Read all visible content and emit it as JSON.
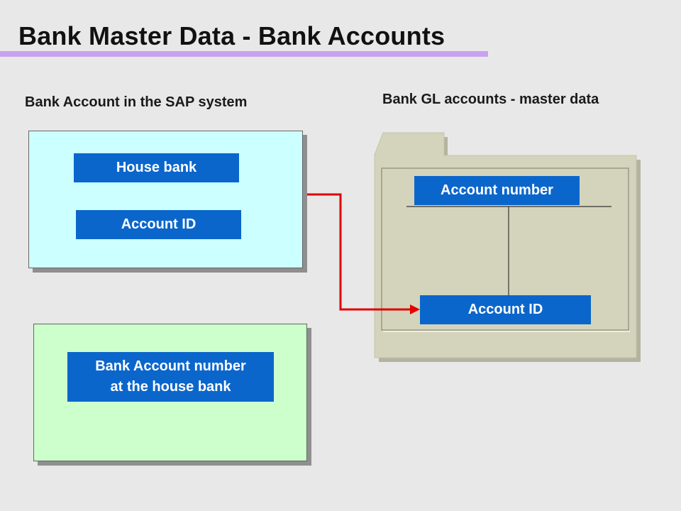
{
  "slide": {
    "title": "Bank Master Data - Bank Accounts"
  },
  "left": {
    "heading": "Bank Account in the SAP system",
    "house_bank_label": "House bank",
    "account_id_label": "Account ID",
    "bank_account_number_line1": "Bank Account number",
    "bank_account_number_line2": "at the house bank"
  },
  "right": {
    "heading": "Bank GL accounts - master data",
    "account_number_label": "Account number",
    "account_id_label": "Account ID"
  },
  "colors": {
    "box_blue": "#0b66cc",
    "sap_panel": "#ccffff",
    "house_bank_panel": "#ccffcc",
    "folder": "#d4d4bc",
    "arrow": "#e00000",
    "title_underline": "#c8a2f0"
  }
}
